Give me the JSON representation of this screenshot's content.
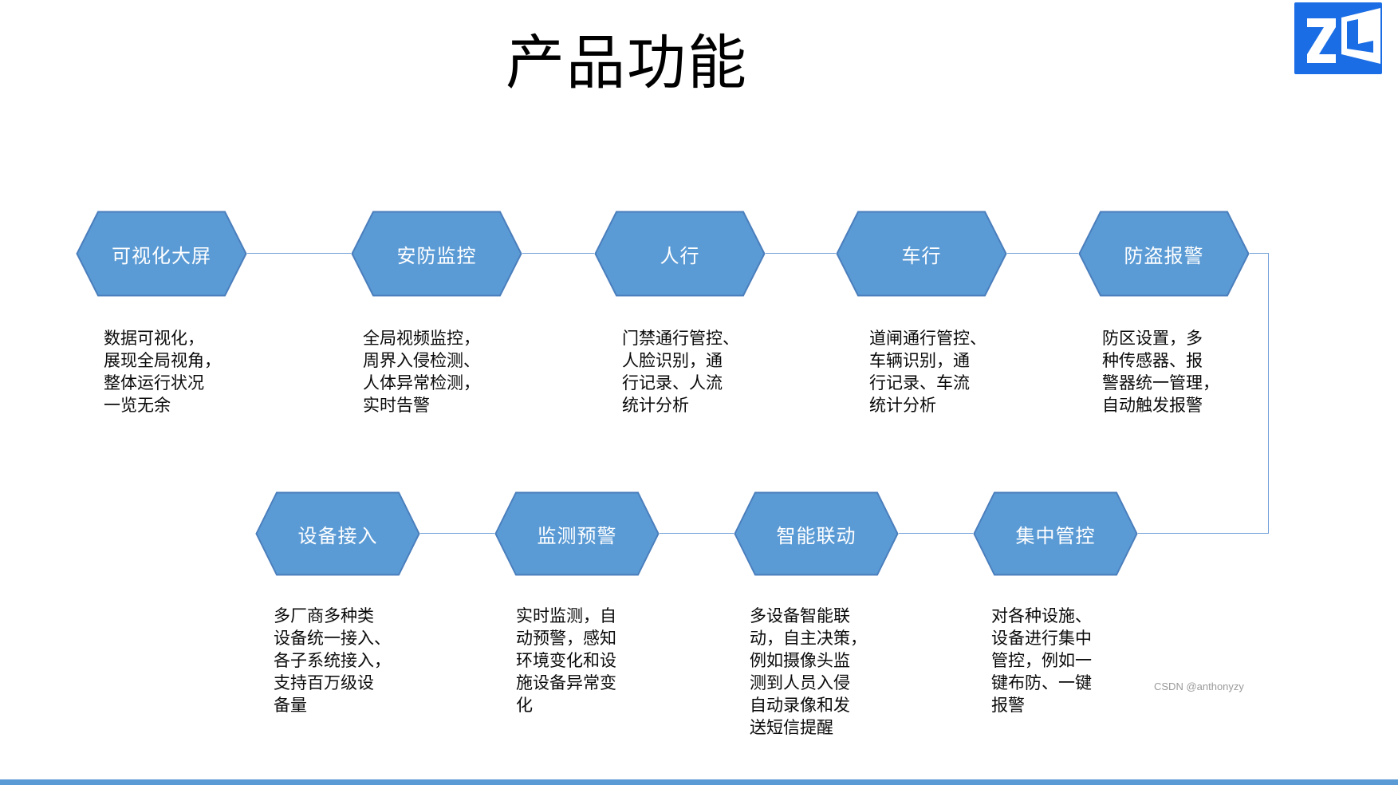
{
  "page": {
    "title": "产品功能"
  },
  "logo": {
    "text": "ZL",
    "color": "#1A6DE5"
  },
  "watermark": "CSDN @anthonyzy",
  "colors": {
    "hex_fill": "#5B9BD5",
    "hex_border": "#4A7EBC",
    "connector_line": "#6F9FD8",
    "bottom_bar": "#5B9BD5",
    "logo_blue": "#1A6DE5"
  },
  "nodes": [
    {
      "label": "可视化大屏",
      "description": "数据可视化，\n展现全局视角，\n整体运行状况\n一览无余"
    },
    {
      "label": "安防监控",
      "description": "全局视频监控，\n周界入侵检测、\n人体异常检测，\n实时告警"
    },
    {
      "label": "人行",
      "description": "门禁通行管控、\n人脸识别，通\n行记录、人流\n统计分析"
    },
    {
      "label": "车行",
      "description": "道闸通行管控、\n车辆识别，通\n行记录、车流\n统计分析"
    },
    {
      "label": "防盗报警",
      "description": "防区设置，多\n种传感器、报\n警器统一管理，\n自动触发报警"
    },
    {
      "label": "设备接入",
      "description": "多厂商多种类\n设备统一接入、\n各子系统接入，\n支持百万级设\n备量"
    },
    {
      "label": "监测预警",
      "description": "实时监测，自\n动预警，感知\n环境变化和设\n施设备异常变\n化"
    },
    {
      "label": "智能联动",
      "description": "多设备智能联\n动，自主决策，\n例如摄像头监\n测到人员入侵\n自动录像和发\n送短信提醒"
    },
    {
      "label": "集中管控",
      "description": "对各种设施、\n设备进行集中\n管控，例如一\n键布防、一键\n报警"
    }
  ]
}
